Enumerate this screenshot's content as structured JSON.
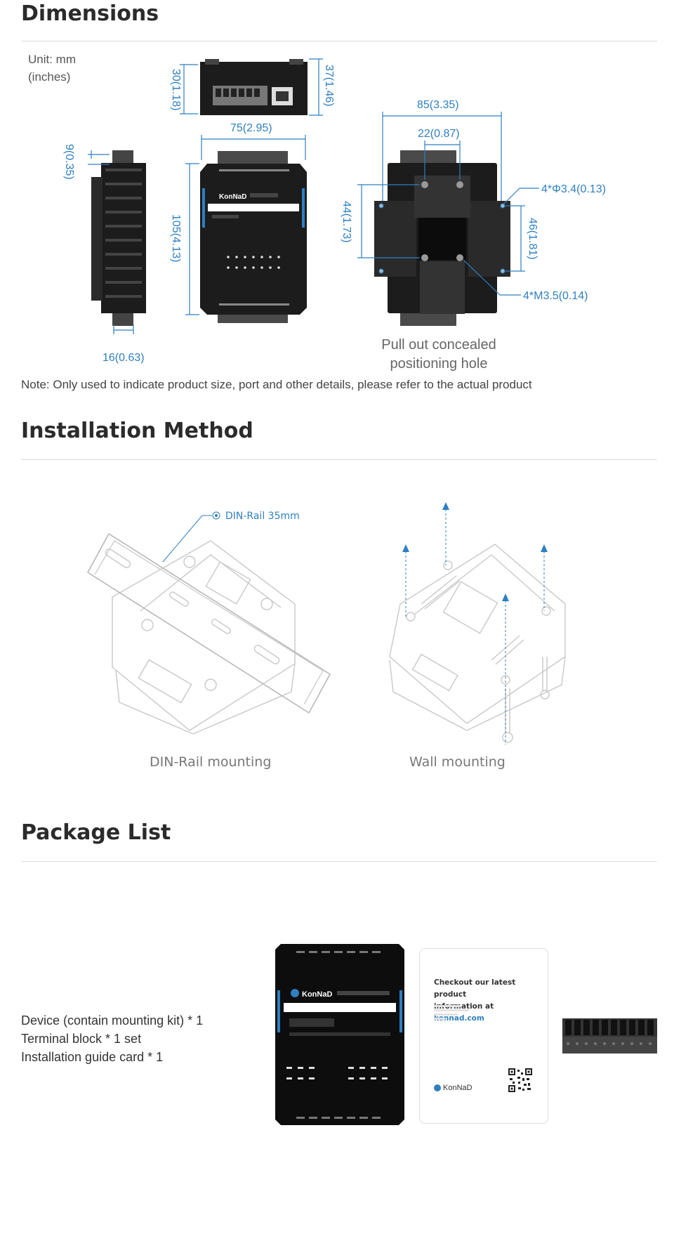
{
  "dimensions": {
    "title": "Dimensions",
    "unit_line1": "Unit: mm",
    "unit_line2": "(inches)",
    "labels": {
      "top_h": "30(1.18)",
      "top_h2": "37(1.46)",
      "width": "75(2.95)",
      "side_top": "9(0.35)",
      "height": "105(4.13)",
      "side_w": "16(0.63)",
      "rear_w": "85(3.35)",
      "rear_inner": "22(0.87)",
      "rear_h": "44(1.73)",
      "rear_h2": "46(1.81)",
      "hole1": "4*Φ3.4(0.13)",
      "hole2": "4*M3.5(0.14)"
    },
    "caption_line1": "Pull out concealed",
    "caption_line2": "positioning hole",
    "note": "Note: Only used to indicate product size, port and other details, please refer to the actual product",
    "brand": "KonNaD"
  },
  "installation": {
    "title": "Installation Method",
    "rail_label": "DIN-Rail 35mm",
    "din_caption": "DIN-Rail mounting",
    "wall_caption": "Wall mounting"
  },
  "package": {
    "title": "Package List",
    "items": [
      "Device (contain mounting kit) * 1",
      "Terminal block * 1 set",
      "Installation guide card * 1"
    ],
    "card_line1": "Checkout our latest product",
    "card_line2_prefix": "information at ",
    "card_link": "konnad.com",
    "brand": "KonNaD"
  },
  "colors": {
    "accent": "#2f7fc1",
    "device": "#1c1c1c",
    "heading": "#2b2b2b"
  }
}
